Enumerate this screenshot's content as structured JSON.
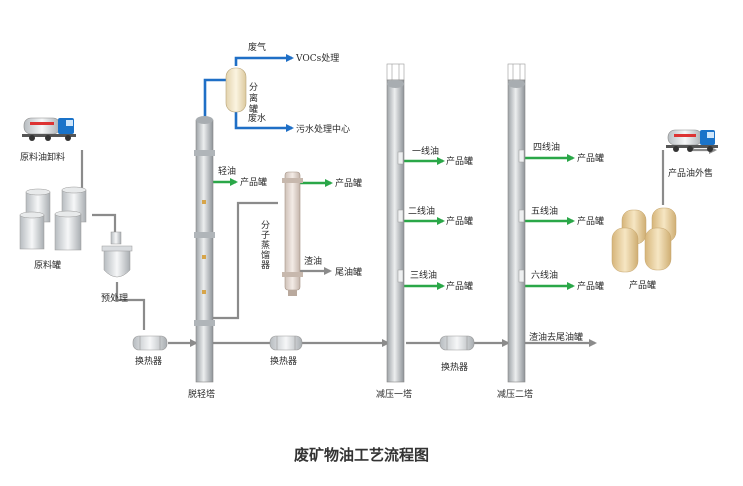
{
  "title": "废矿物油工艺流程图",
  "labels": {
    "raw_unload": "原料油卸料",
    "raw_tank": "原料罐",
    "pretreat": "预处理",
    "hx1": "换热器",
    "hx2": "换热器",
    "hx3": "换热器",
    "light_tower": "脱轻塔",
    "vac_tower1": "减压一塔",
    "vac_tower2": "减压二塔",
    "separator": "分离罐",
    "waste_gas": "废气",
    "vocs": "VOCs处理",
    "waste_water": "废水",
    "sewage_center": "污水处理中心",
    "light_oil": "轻油",
    "product_tank_1": "产品罐",
    "mol_distill": "分子蒸馏器",
    "product_tank_2": "产品罐",
    "residue_oil": "渣油",
    "tail_tank": "尾油罐",
    "line1": "一线油",
    "line2": "二线油",
    "line3": "三线油",
    "line4": "四线油",
    "line5": "五线油",
    "line6": "六线油",
    "product_tank_l1": "产品罐",
    "product_tank_l2": "产品罐",
    "product_tank_l3": "产品罐",
    "product_tank_l4": "产品罐",
    "product_tank_l5": "产品罐",
    "product_tank_l6": "产品罐",
    "residue_to_tail": "渣油去尾油罐",
    "product_export": "产品油外售",
    "product_tank_final": "产品罐"
  },
  "colors": {
    "process_pipe": "#8b8b8b",
    "gas_water_pipe": "#1f6fc6",
    "product_pipe": "#2aa748",
    "tower_body": "#c9ccce",
    "tank_beige": "#e8cf9c"
  }
}
